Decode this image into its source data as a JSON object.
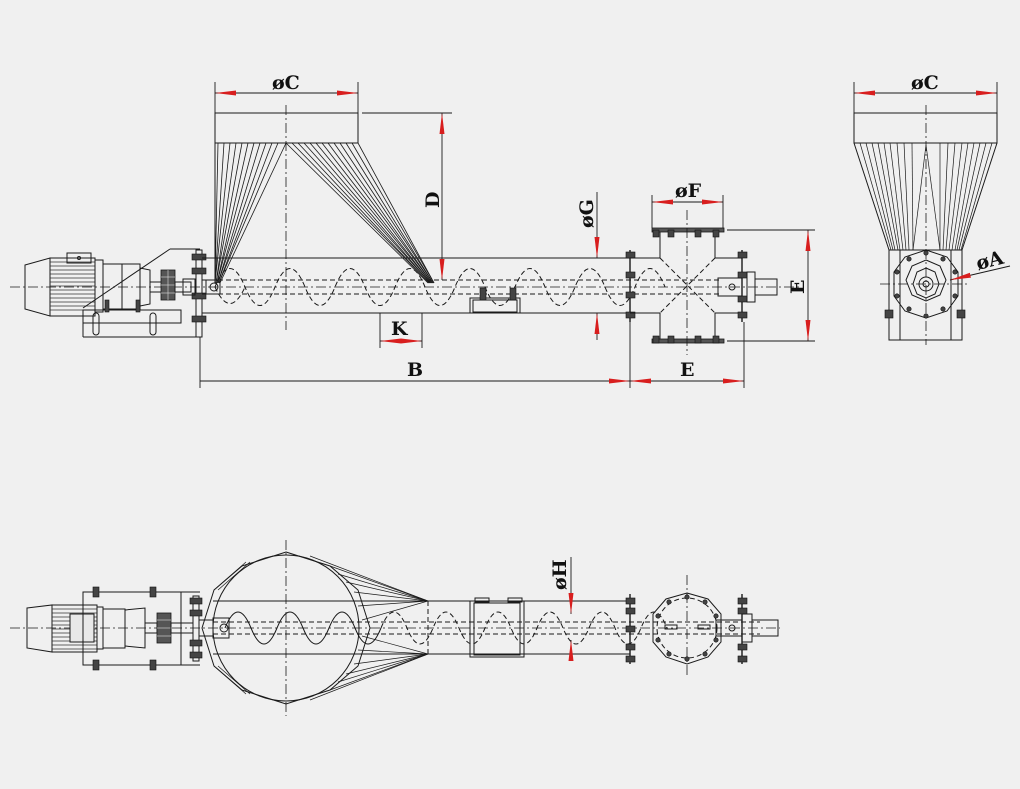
{
  "drawing": {
    "type": "screw conveyor technical drawing",
    "background_color": "#f0f0f0",
    "line_color": "#1a1a1a",
    "arrow_color": "#d81e1e"
  },
  "views": {
    "side": {
      "name": "Side elevation",
      "components": [
        "electric-motor",
        "gearbox",
        "coupling",
        "drive-frame",
        "inlet-hopper",
        "screw-trough",
        "inspection-hatch",
        "outlet-chute",
        "end-bearing"
      ]
    },
    "end": {
      "name": "End view",
      "components": [
        "inlet-hopper",
        "flange",
        "drive-frame"
      ]
    },
    "plan": {
      "name": "Plan view",
      "components": [
        "electric-motor",
        "gearbox",
        "coupling",
        "drive-frame",
        "inlet-hopper",
        "screw-trough",
        "inspection-hatch",
        "outlet-flange",
        "end-bearing"
      ]
    }
  },
  "dimensions": {
    "C_side": "øC",
    "D": "D",
    "G": "øG",
    "F": "øF",
    "E_vertical": "E",
    "K": "K",
    "B": "B",
    "E_horizontal": "E",
    "C_end": "øC",
    "A": "øA",
    "H": "øH"
  }
}
